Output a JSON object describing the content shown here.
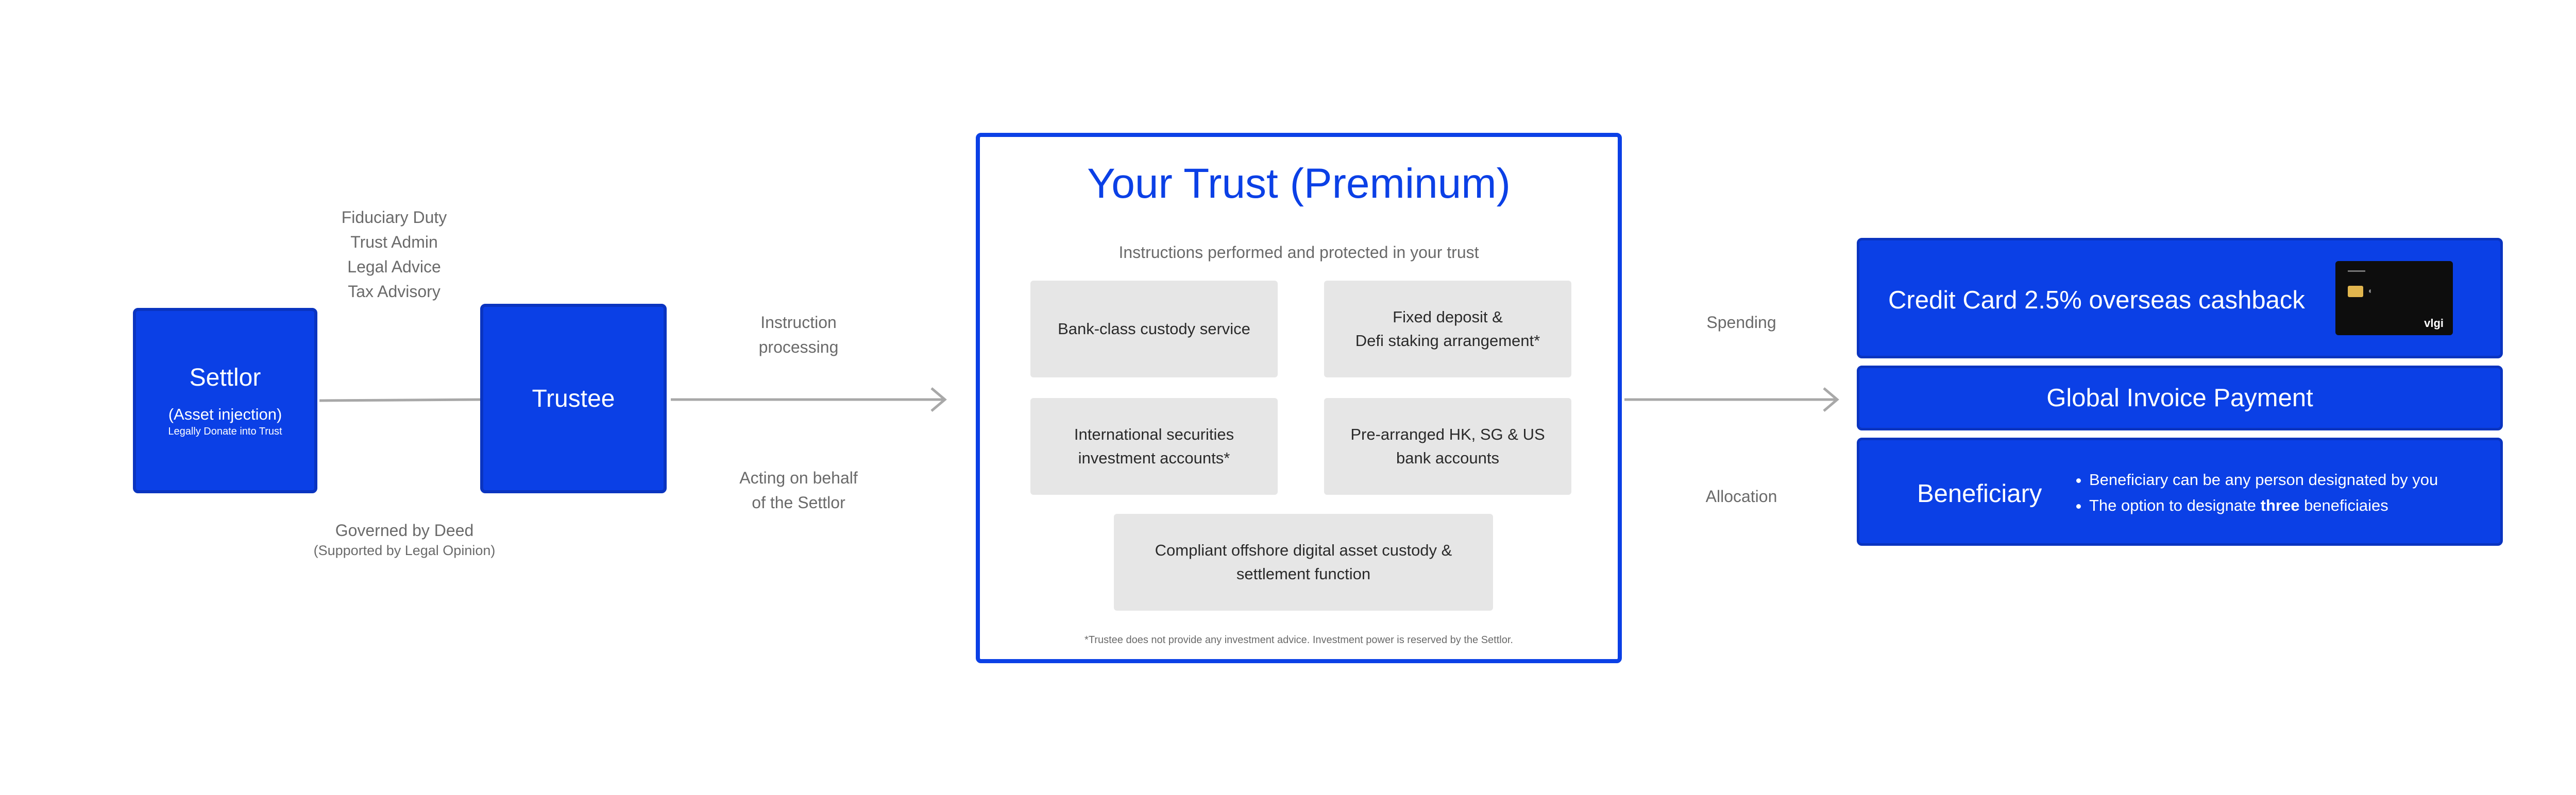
{
  "left": {
    "duties": [
      "Fiduciary Duty",
      "Trust Admin",
      "Legal Advice",
      "Tax Advisory"
    ],
    "settlor": {
      "title": "Settlor",
      "subtitle": "(Asset injection)",
      "note": "Legally Donate into Trust"
    },
    "trustee": {
      "title": "Trustee"
    },
    "governed": {
      "title": "Governed by Deed",
      "note": "(Supported by Legal Opinion)"
    }
  },
  "middle_labels": {
    "instruction": [
      "Instruction",
      "processing"
    ],
    "acting": [
      "Acting on behalf",
      "of the Settlor"
    ]
  },
  "trust": {
    "title": "Your Trust (Preminum)",
    "subtitle": "Instructions performed and protected in your trust",
    "services": [
      {
        "lines": [
          "Bank-class custody service"
        ]
      },
      {
        "lines": [
          "Fixed deposit &",
          "Defi staking arrangement*"
        ]
      },
      {
        "lines": [
          "International securities",
          "investment accounts*"
        ]
      },
      {
        "lines": [
          "Pre-arranged HK, SG & US",
          "bank accounts"
        ]
      },
      {
        "lines": [
          "Compliant offshore digital asset custody &",
          "settlement function"
        ]
      }
    ],
    "footnote": "*Trustee does not provide any investment advice. Investment power is reserved by the Settlor."
  },
  "right_labels": {
    "spending": "Spending",
    "allocation": "Allocation"
  },
  "outputs": {
    "credit_card": {
      "label": "Credit Card 2.5% overseas cashback",
      "card_brand": "vlgi"
    },
    "invoice": {
      "label": "Global Invoice Payment"
    },
    "beneficiary": {
      "label": "Beneficiary",
      "bullet1": "Beneficiary can be any person designated by you",
      "bullet2_pre": "The option to designate ",
      "bullet2_bold": "three",
      "bullet2_post": " beneficiaies"
    }
  },
  "colors": {
    "brand_blue": "#0b40e6",
    "service_grey": "#e6e6e6",
    "arrow_grey": "#a8a8a8"
  }
}
